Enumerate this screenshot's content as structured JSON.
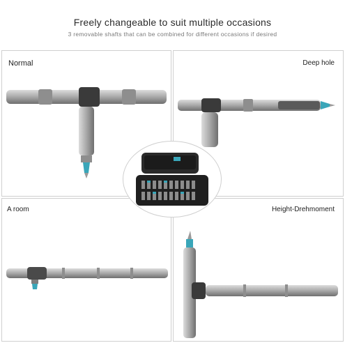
{
  "header": {
    "title": "Freely changeable to suit multiple occasions",
    "subtitle": "3 removable shafts that can be combined for different occasions if desired"
  },
  "panels": [
    {
      "label": "Normal"
    },
    {
      "label": "Deep hole"
    },
    {
      "label": "A room"
    },
    {
      "label": "Height-Drehmoment"
    }
  ],
  "colors": {
    "metal": "#a9a9a9",
    "metal_dark": "#7d7d7d",
    "bit_blue": "#3aa6b9",
    "case": "#1f1f1f",
    "border": "#cfcfcf"
  }
}
